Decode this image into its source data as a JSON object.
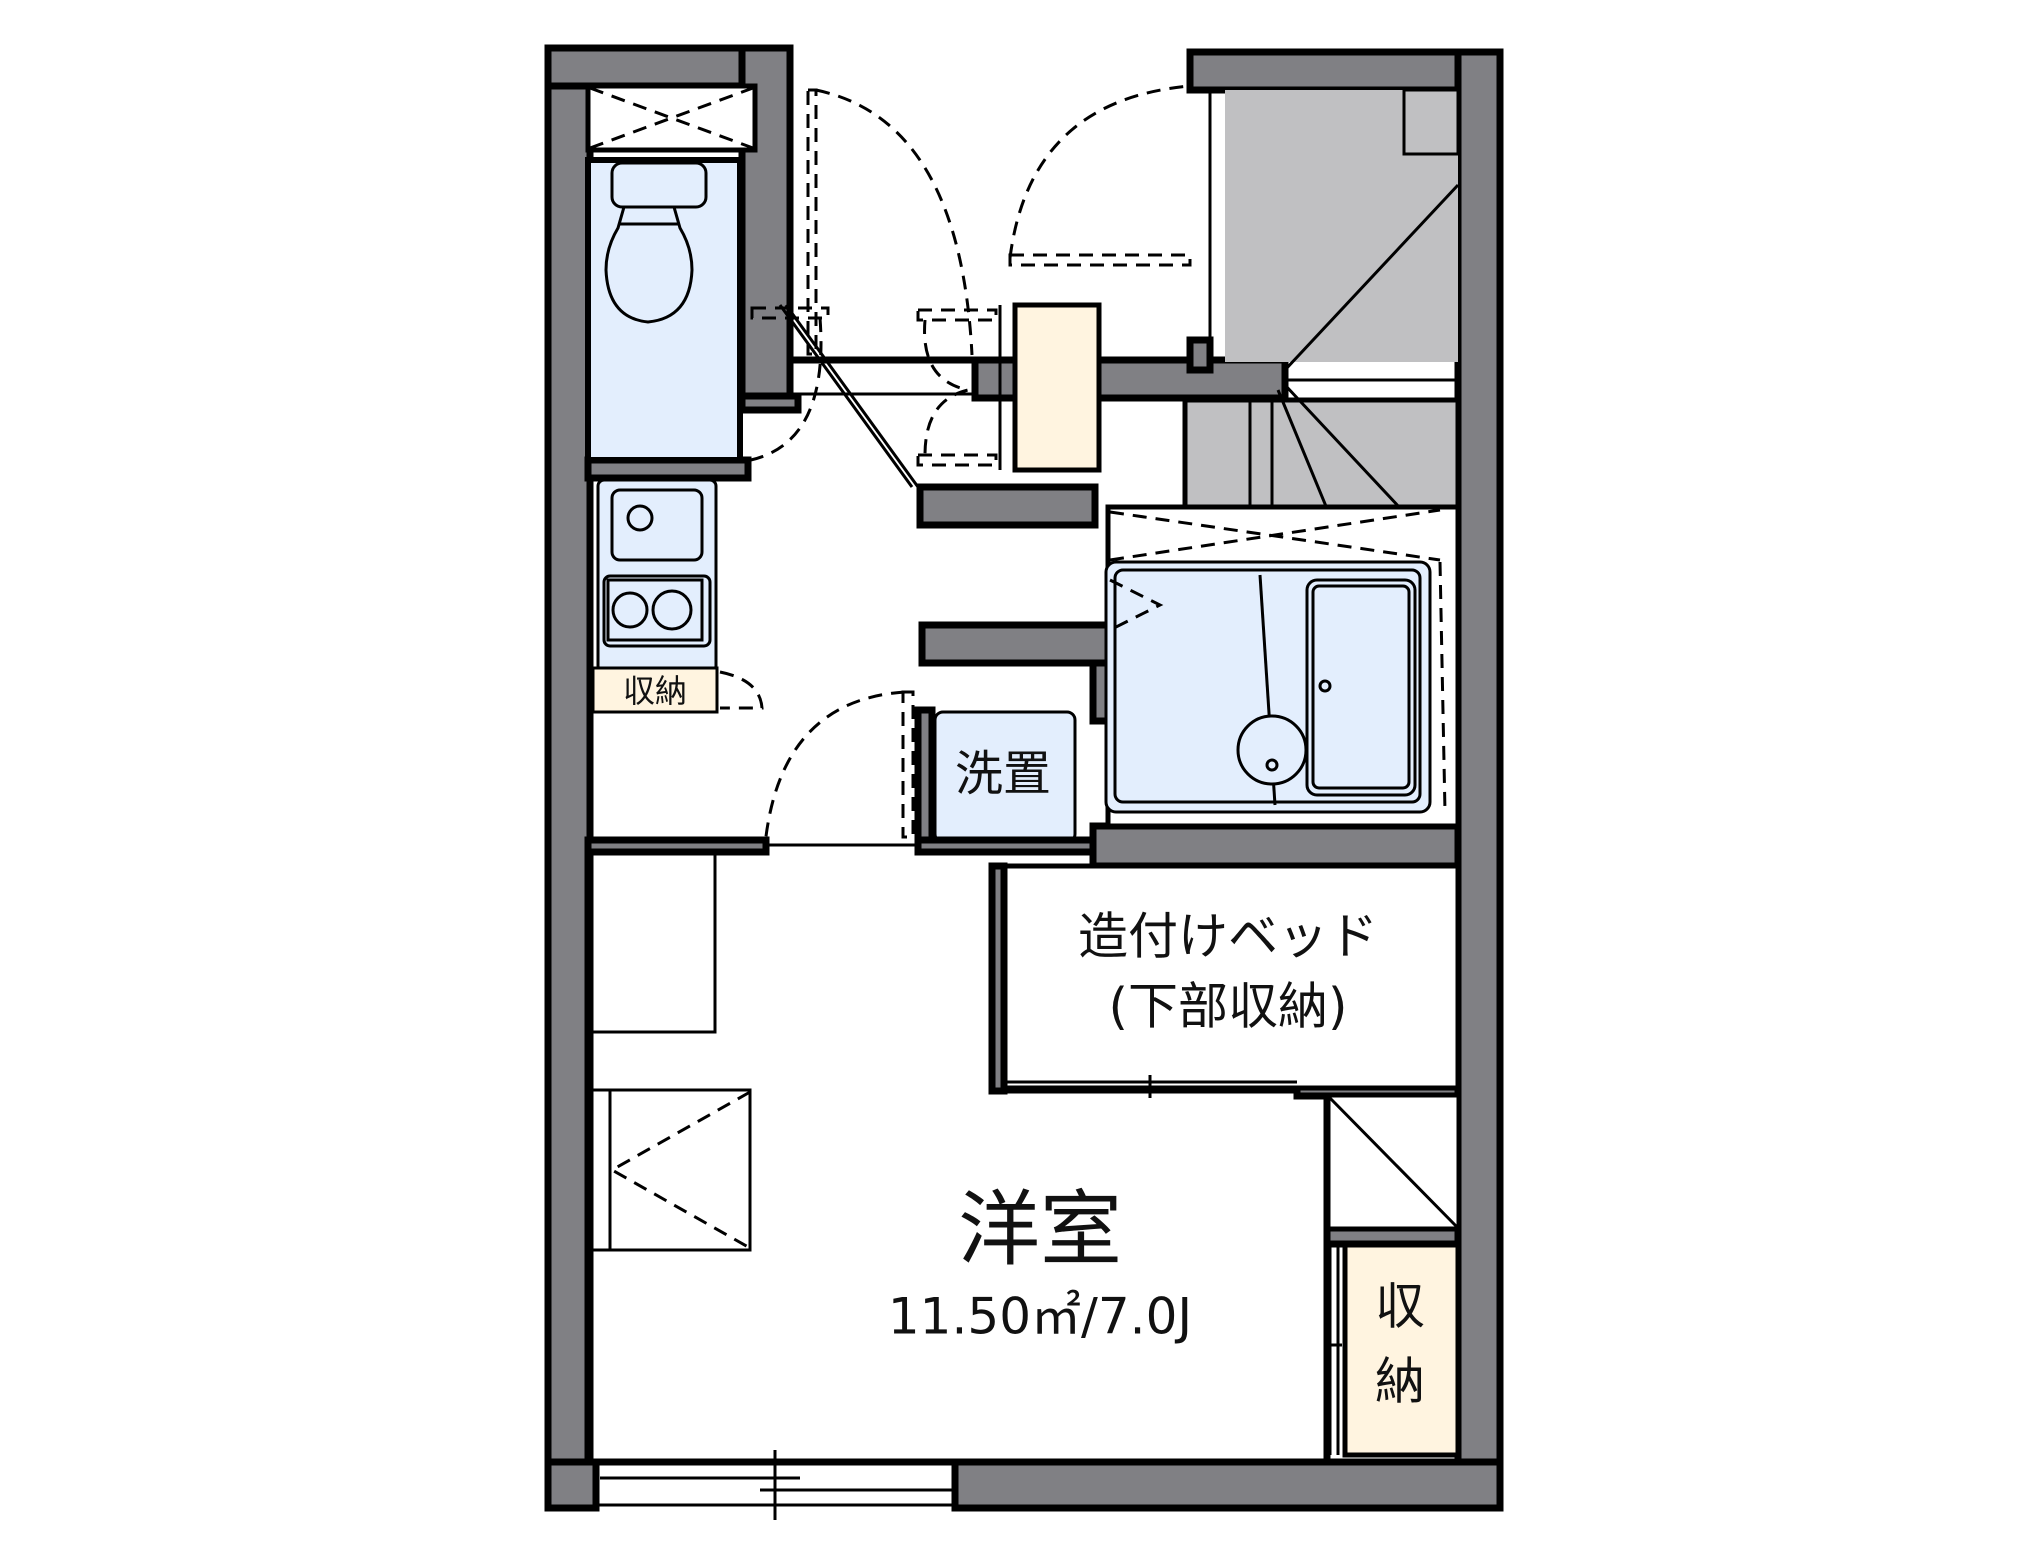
{
  "floor_plan": {
    "rooms": {
      "western_room": {
        "name": "洋室",
        "area": "11.50㎡/7.0J"
      },
      "built_in_bed": {
        "line1": "造付けベッド",
        "line2": "(下部収納)"
      },
      "laundry": {
        "name": "洗置"
      },
      "kitchen_storage": {
        "name": "収納"
      },
      "closet": {
        "line1": "収",
        "line2": "納"
      }
    },
    "fixtures": [
      "toilet",
      "sink",
      "two-burner-stove",
      "unit-bath",
      "staircase",
      "shoe-cabinet"
    ],
    "colors": {
      "wall": "#808084",
      "wet_area": "#e3eefd",
      "storage": "#fff4e0",
      "stair": "#c0c0c2",
      "line": "#000000"
    }
  }
}
